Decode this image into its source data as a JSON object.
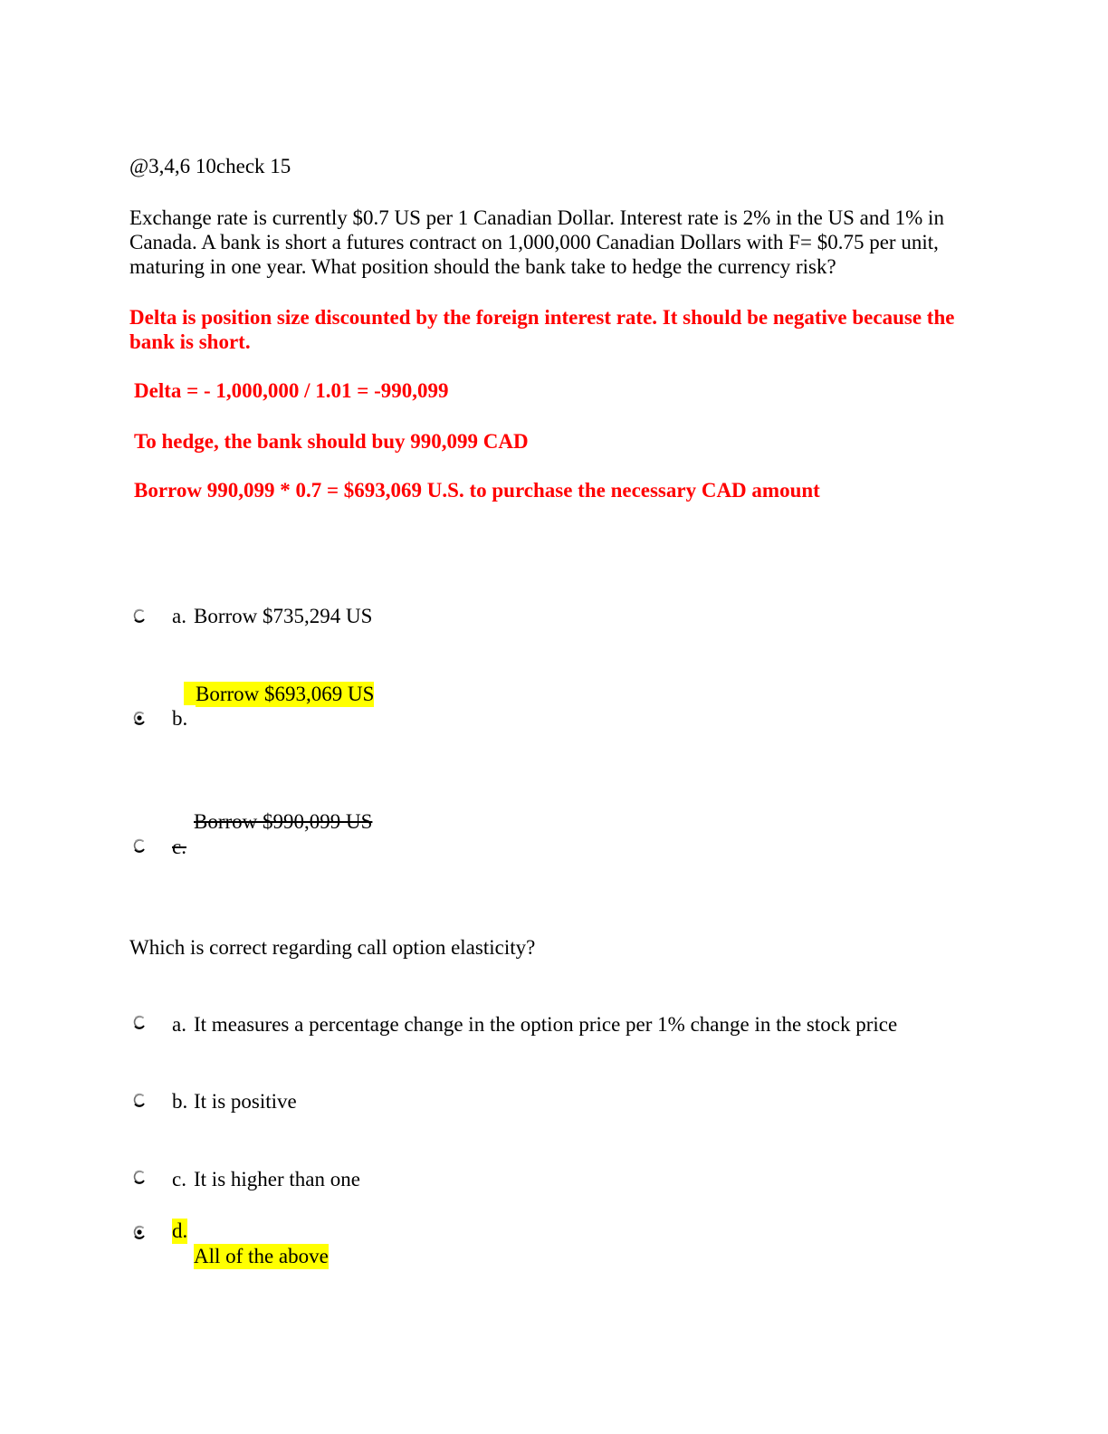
{
  "header": {
    "ref": "@3,4,6  10check 15"
  },
  "q1": {
    "question": "Exchange rate is currently $0.7 US per 1 Canadian Dollar. Interest rate is 2% in the US and 1% in Canada. A bank is short a futures contract on 1,000,000 Canadian Dollars with F= $0.75 per unit, maturing in one year. What position should the bank take to hedge the currency risk?",
    "explanation": "Delta is position size discounted by the foreign interest rate. It should be negative because the bank is short.",
    "calc_delta": "Delta = - 1,000,000 / 1.01 = -990,099",
    "calc_hedge": "To hedge, the bank should buy 990,099 CAD",
    "calc_borrow": "Borrow 990,099 * 0.7 = $693,069 U.S. to purchase the necessary CAD amount",
    "options": [
      {
        "letter": "a.",
        "text": "Borrow $735,294 US",
        "selected": false
      },
      {
        "letter": "b.",
        "text": "Borrow $693,069 US",
        "selected": true
      },
      {
        "letter": "c.",
        "text": "Borrow $990,099 US",
        "selected": false
      }
    ]
  },
  "q2": {
    "question": "Which is correct regarding call option elasticity?",
    "options": [
      {
        "letter": "a.",
        "text": "It measures a percentage change in the option price per 1% change in the stock price",
        "selected": false
      },
      {
        "letter": "b.",
        "text": "It is positive",
        "selected": false
      },
      {
        "letter": "c.",
        "text": "It is higher than one",
        "selected": false
      },
      {
        "letter": "d.",
        "text": "All of the above",
        "selected": true
      }
    ]
  },
  "colors": {
    "answer_red": "#ff0000",
    "highlight": "#ffff00"
  }
}
